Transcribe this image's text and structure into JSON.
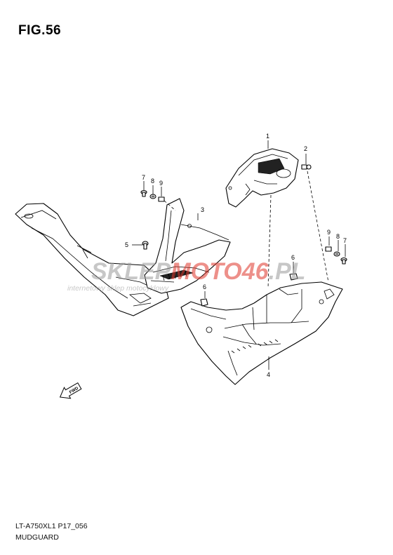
{
  "figure": {
    "title": "FIG.56"
  },
  "footer": {
    "model_code": "LT-A750XL1 P17_056",
    "section_name": "MUDGUARD"
  },
  "watermark": {
    "text_part1": "SKLEP",
    "text_part2": "MOTO46",
    "text_part3": ".PL",
    "subtitle": "internetowy sklep motocyklowy",
    "color_gray": "#9a9a9a",
    "color_red": "#e0372b"
  },
  "direction_arrow": {
    "label": "FWD"
  },
  "callouts": {
    "c1": "1",
    "c2": "2",
    "c3": "3",
    "c4": "4",
    "c5": "5",
    "c6a": "6",
    "c6b": "6",
    "c7a": "7",
    "c7b": "7",
    "c8a": "8",
    "c8b": "8",
    "c9a": "9",
    "c9b": "9"
  }
}
